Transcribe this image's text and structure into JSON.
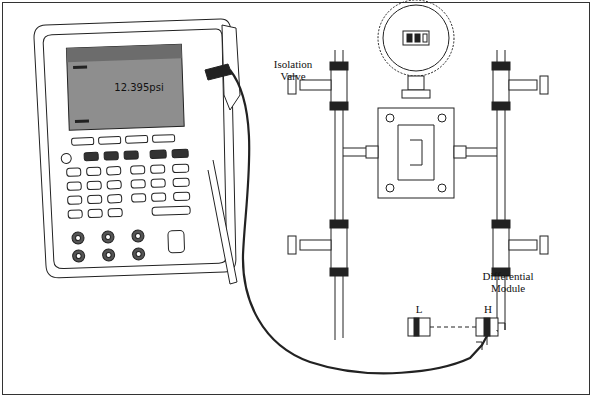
{
  "diagram": {
    "labels": [
      "12.395psi",
      "Isolation Valve",
      "Differential Module",
      "L",
      "H"
    ]
  }
}
